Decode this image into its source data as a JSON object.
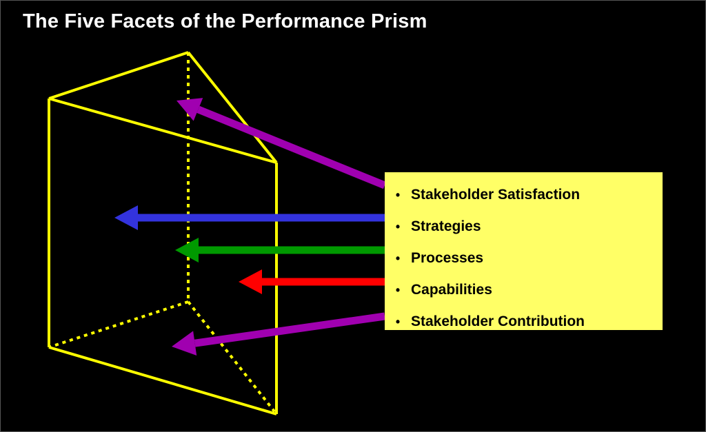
{
  "title": "The Five Facets of the Performance Prism",
  "facets": [
    {
      "label": "Stakeholder Satisfaction",
      "color": "#a000b0"
    },
    {
      "label": "Strategies",
      "color": "#3333dd"
    },
    {
      "label": "Processes",
      "color": "#009900"
    },
    {
      "label": "Capabilities",
      "color": "#ff0000"
    },
    {
      "label": "Stakeholder Contribution",
      "color": "#a000b0"
    }
  ],
  "bullet": "•",
  "prism_color": "#ffff00"
}
